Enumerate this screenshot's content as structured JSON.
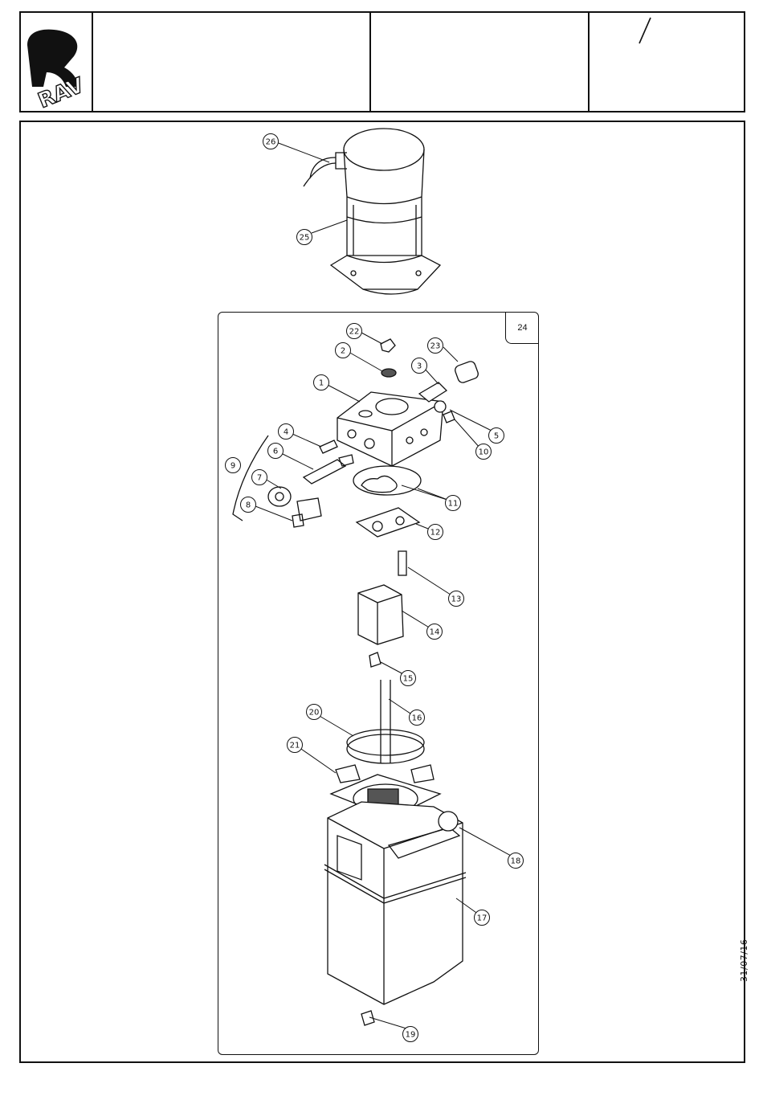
{
  "header": {
    "logo_text": "RAV",
    "page_slash": "/"
  },
  "date_stamp": "31/07/16",
  "group_label": "24",
  "callouts": [
    "1",
    "2",
    "3",
    "4",
    "5",
    "6",
    "7",
    "8",
    "9",
    "10",
    "11",
    "12",
    "13",
    "14",
    "15",
    "16",
    "17",
    "18",
    "19",
    "20",
    "21",
    "22",
    "23",
    "25",
    "26"
  ],
  "icons": {
    "logo": "rav-logo-icon"
  }
}
